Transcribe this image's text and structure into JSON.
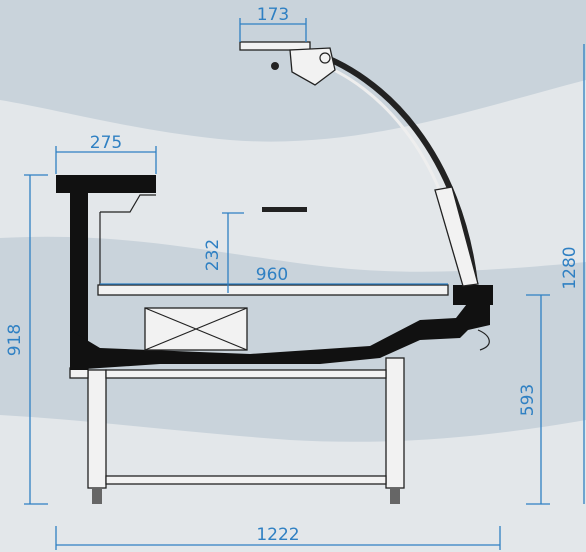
{
  "colors": {
    "background": "#e3e7ea",
    "wave": "#c9d3db",
    "dimension": "#2f80c3",
    "outline": "#111111"
  },
  "dimensions": {
    "top_canopy_depth": "173",
    "upper_shelf_depth": "275",
    "shelf_height": "232",
    "display_depth": "960",
    "total_height": "918",
    "glass_height": "1280",
    "counter_height": "593",
    "total_width": "1222"
  }
}
